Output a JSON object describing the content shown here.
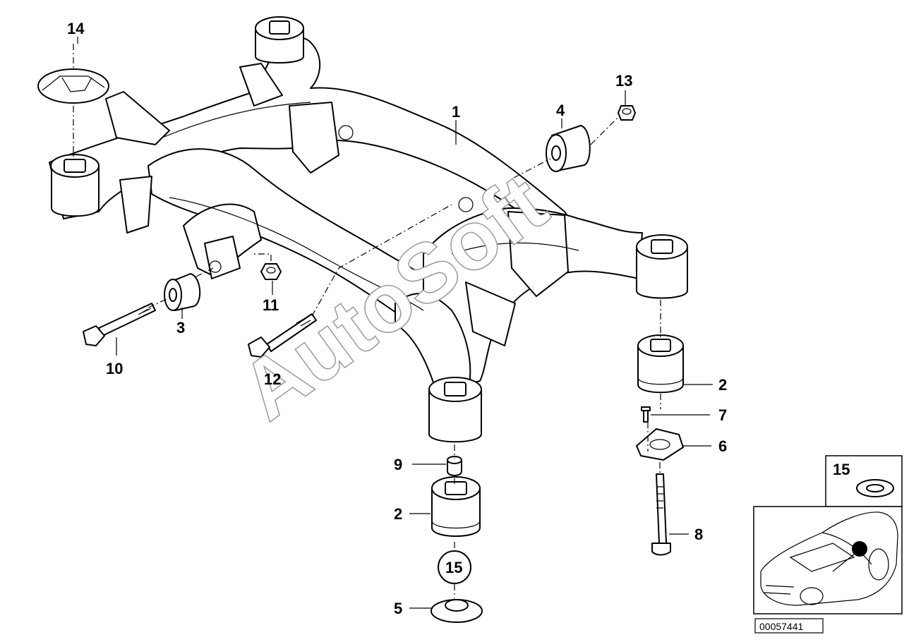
{
  "watermark": "AutoSoft",
  "reference_number": "00057441",
  "callouts": {
    "c1": "1",
    "c2a": "2",
    "c2b": "2",
    "c3": "3",
    "c4": "4",
    "c5": "5",
    "c6": "6",
    "c7": "7",
    "c8": "8",
    "c9": "9",
    "c10": "10",
    "c11": "11",
    "c12": "12",
    "c13": "13",
    "c14": "14",
    "c15": "15",
    "c15_inset": "15"
  },
  "colors": {
    "line": "#000000",
    "background": "#ffffff",
    "watermark_stroke": "#9a9a9a"
  }
}
